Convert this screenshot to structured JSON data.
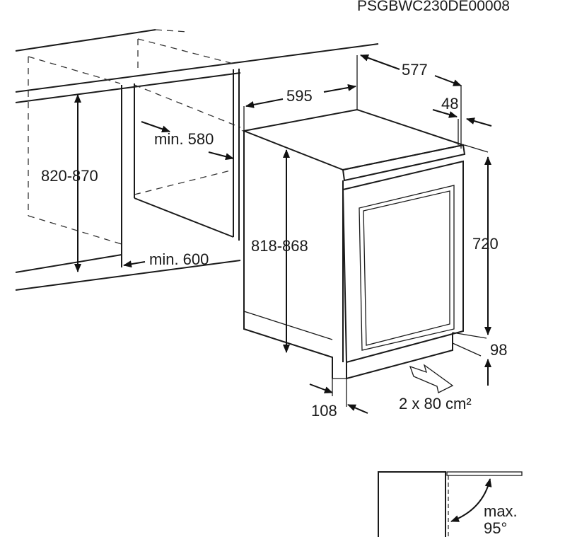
{
  "model_code": "PSGBWC230DE00008",
  "dimensions": {
    "width": "595",
    "depth": "577",
    "door_offset": "48",
    "niche_height": "820-870",
    "niche_depth": "min. 580",
    "niche_width": "min. 600",
    "appliance_height": "818-868",
    "door_height": "720",
    "plinth_height": "98",
    "plinth_depth": "108",
    "ventilation": "2 x 80 cm²",
    "door_angle_max": "max.",
    "door_angle_value": "95°"
  }
}
